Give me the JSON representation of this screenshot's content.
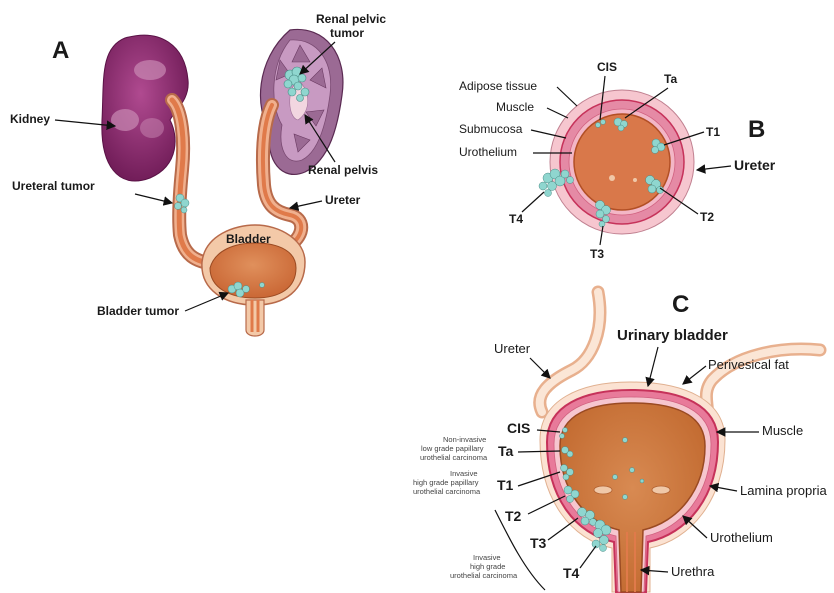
{
  "panels": {
    "a": "A",
    "b": "B",
    "c": "C"
  },
  "panel_a": {
    "kidney": "Kidney",
    "renal_pelvic_tumor_1": "Renal pelvic",
    "renal_pelvic_tumor_2": "tumor",
    "renal_pelvis": "Renal pelvis",
    "ureteral_tumor": "Ureteral tumor",
    "ureter": "Ureter",
    "bladder": "Bladder",
    "bladder_tumor": "Bladder tumor"
  },
  "panel_b": {
    "cis": "CIS",
    "ta": "Ta",
    "t1": "T1",
    "t2": "T2",
    "t3": "T3",
    "t4": "T4",
    "adipose": "Adipose tissue",
    "muscle": "Muscle",
    "submucosa": "Submucosa",
    "urothelium": "Urothelium",
    "ureter": "Ureter"
  },
  "panel_c": {
    "ureter": "Ureter",
    "urinary_bladder": "Urinary bladder",
    "perivesical_fat": "Perivesical fat",
    "muscle": "Muscle",
    "lamina_propria": "Lamina propria",
    "urothelium": "Urothelium",
    "urethra": "Urethra",
    "cis": "CIS",
    "ta": "Ta",
    "t1": "T1",
    "t2": "T2",
    "t3": "T3",
    "t4": "T4",
    "noninvasive_1": "Non-invasive",
    "noninvasive_2": "low grade papillary",
    "noninvasive_3": "urothelial carcinoma",
    "invasive_hg_1": "Invasive",
    "invasive_hg_2": "high grade papillary",
    "invasive_hg_3": "urothelial carcinoma",
    "invasive_1": "Invasive",
    "invasive_2": "high grade",
    "invasive_3": "urothelial carcinoma"
  },
  "colors": {
    "kidney_purple": "#8a2a6e",
    "kidney_highlight": "#c98ab4",
    "kidney_lobe": "#9b6a94",
    "ureter_orange": "#e8a07a",
    "ureter_outline": "#b86a4a",
    "bladder_fill": "#d9784a",
    "bladder_outer": "#f3c9a8",
    "tumor_teal": "#8fd6cf",
    "adipose_pink": "#f6c6cf",
    "muscle_pink": "#e58aa5",
    "muscle_dark": "#c6325a"
  }
}
